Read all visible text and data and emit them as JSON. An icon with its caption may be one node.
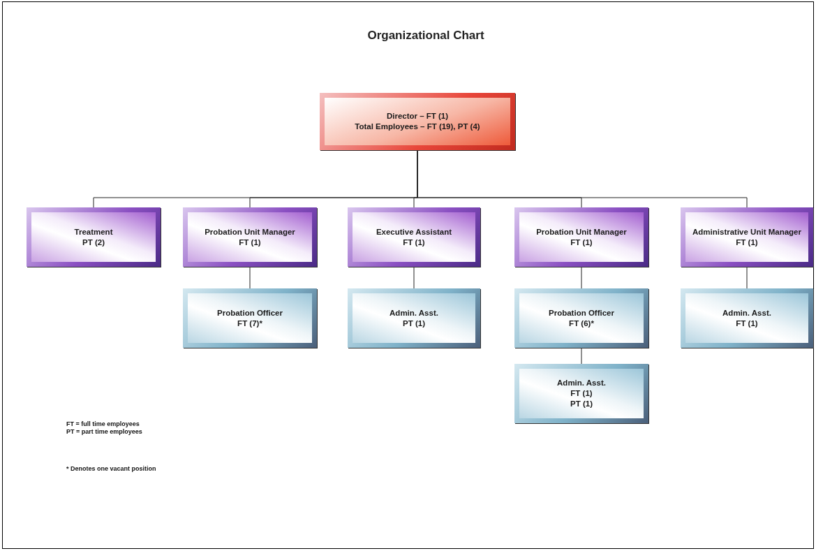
{
  "diagram": {
    "title": "Organizational Chart",
    "nodes": [
      {
        "text": [
          "Director – FT (1)",
          "Total Employees – FT (19), PT (4)"
        ]
      },
      {
        "text": [
          "Treatment",
          "PT (2)"
        ]
      },
      {
        "text": [
          "Probation Unit Manager",
          "FT (1)"
        ]
      },
      {
        "text": [
          "Executive Assistant",
          "FT (1)"
        ]
      },
      {
        "text": [
          "Probation Unit Manager",
          "FT (1)"
        ]
      },
      {
        "text": [
          "Administrative Unit Manager",
          "FT (1)"
        ]
      },
      {
        "text": [
          "Probation Officer",
          "FT (7)*"
        ]
      },
      {
        "text": [
          "Admin. Asst.",
          "PT (1)"
        ]
      },
      {
        "text": [
          "Probation Officer",
          "FT (6)*"
        ]
      },
      {
        "text": [
          "Admin. Asst.",
          "FT (1)"
        ]
      },
      {
        "text": [
          "Admin. Asst.",
          "FT (1)",
          "PT (1)"
        ]
      }
    ],
    "edges": [
      {
        "from": 0,
        "to": 1,
        "arrow": "none"
      },
      {
        "from": 0,
        "to": 2,
        "arrow": "none"
      },
      {
        "from": 0,
        "to": 3,
        "arrow": "none"
      },
      {
        "from": 0,
        "to": 4,
        "arrow": "none"
      },
      {
        "from": 0,
        "to": 5,
        "arrow": "none"
      },
      {
        "from": 2,
        "to": 6,
        "arrow": "none"
      },
      {
        "from": 3,
        "to": 7,
        "arrow": "none"
      },
      {
        "from": 4,
        "to": 8,
        "arrow": "none"
      },
      {
        "from": 5,
        "to": 9,
        "arrow": "none"
      },
      {
        "from": 8,
        "to": 10,
        "arrow": "none"
      }
    ],
    "labels": [
      "FT = full time employees",
      "PT = part time employees",
      "* Denotes one vacant position"
    ]
  }
}
